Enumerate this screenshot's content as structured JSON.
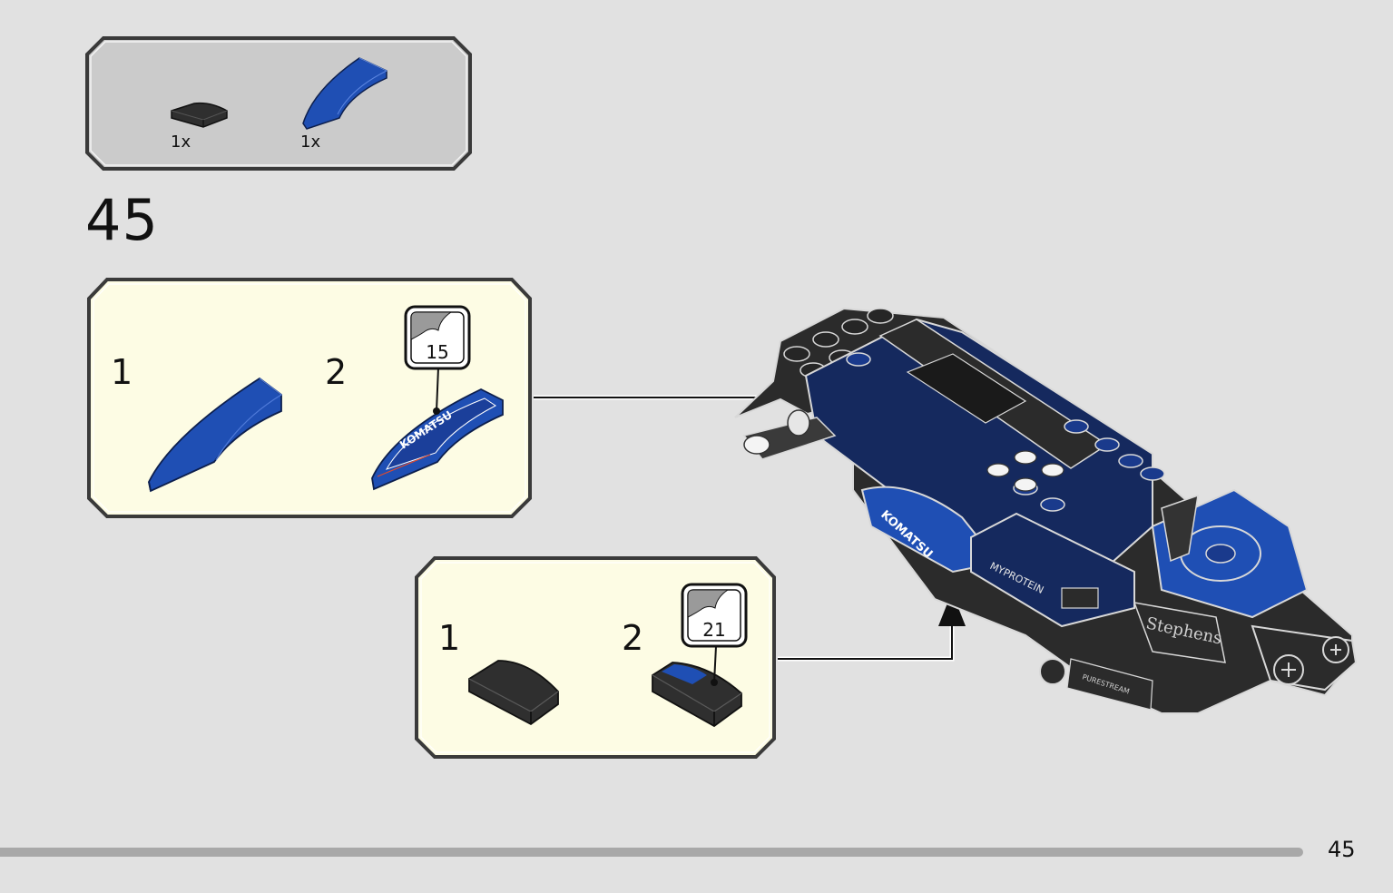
{
  "colors": {
    "page_background": "#e1e1e1",
    "parts_callout_fill": "#cbcbcb",
    "subassembly_fill": "#fdfce4",
    "lego_blue": "#1f4fb4",
    "lego_dark_blue": "#15295e",
    "lego_black": "#2b2b2b",
    "progress_bar": "#a8a8a8"
  },
  "parts_list": {
    "items": [
      {
        "part": "black-curved-slope-1x2",
        "quantity": "1x"
      },
      {
        "part": "blue-curved-slope-1x4",
        "quantity": "1x"
      }
    ]
  },
  "step": {
    "number": "45"
  },
  "subassembly_a": {
    "substeps": [
      {
        "number": "1",
        "part": "blue-curved-slope"
      },
      {
        "number": "2",
        "part": "blue-curved-slope-with-sticker",
        "sticker": "15",
        "sticker_text": "KOMATSU"
      }
    ]
  },
  "subassembly_b": {
    "substeps": [
      {
        "number": "1",
        "part": "black-curved-slope"
      },
      {
        "number": "2",
        "part": "black-curved-slope-with-sticker",
        "sticker": "21"
      }
    ]
  },
  "model": {
    "decals": [
      "KOMATSU",
      "MYPROTEIN",
      "Stephens",
      "PURESTREAM"
    ]
  },
  "footer": {
    "page_number": "45"
  }
}
